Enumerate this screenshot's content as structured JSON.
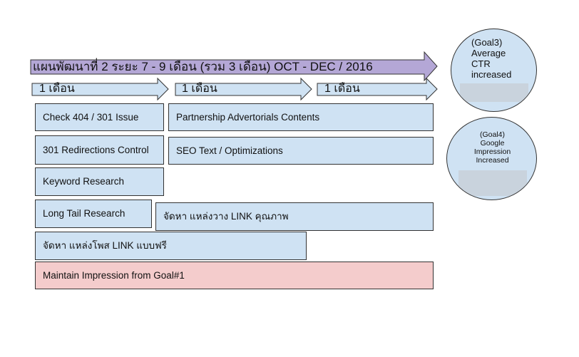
{
  "plan_arrow": {
    "label": "แผนพัฒนาที่ 2 ระยะ 7 - 9 เดือน (รวม 3 เดือน) OCT - DEC / 2016"
  },
  "month_arrows": [
    "1 เดือน",
    "1 เดือน",
    "1 เดือน"
  ],
  "tasks": {
    "check_404": "Check 404 / 301 Issue",
    "partnership": "Partnership Advertorials Contents",
    "redirections": "301 Redirections Control",
    "seo_text": "SEO Text / Optimizations",
    "keyword": "Keyword Research",
    "long_tail": "Long Tail Research",
    "quality_link": "จัดหา แหล่งวาง LINK คุณภาพ",
    "free_link": "จัดหา แหล่งโพส LINK แบบฟรี",
    "maintain": "Maintain Impression from Goal#1"
  },
  "goals": {
    "goal3": {
      "title": "(Goal3)",
      "line1": "Average",
      "line2": "CTR",
      "line3": "increased"
    },
    "goal4": {
      "title": "(Goal4)",
      "line1": "Google",
      "line2": "Impression",
      "line3": "Increased"
    }
  },
  "colors": {
    "plan_arrow": "#b4a7d6",
    "task_box": "#cfe2f3",
    "maintain_box": "#f4cccc",
    "goal_circle": "#cfe2f3"
  }
}
